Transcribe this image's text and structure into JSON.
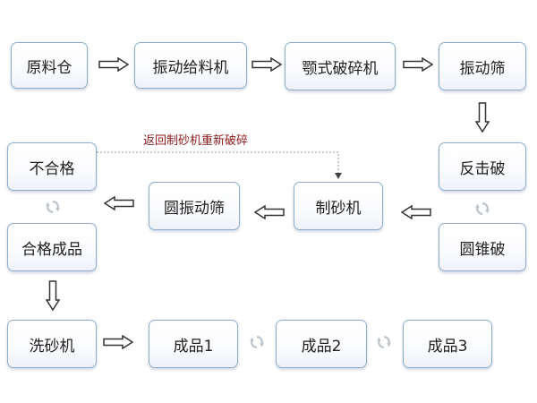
{
  "nodes": {
    "raw_silo": "原料仓",
    "vibrating_feeder": "振动给料机",
    "jaw_crusher": "颚式破碎机",
    "vibrating_screen": "振动筛",
    "impact_crusher": "反击破",
    "cone_crusher": "圆锥破",
    "sand_making_machine": "制砂机",
    "circular_vibrating_screen": "圆振动筛",
    "unqualified": "不合格",
    "qualified_product": "合格成品",
    "sand_washer": "洗砂机",
    "product1": "成品1",
    "product2": "成品2",
    "product3": "成品3"
  },
  "annotation": "返回制砂机重新破碎",
  "colors": {
    "box_border": "#8eaccf",
    "arrow": "#333333",
    "cycle_icon": "#b9c3cc",
    "annotation_text": "#8b1a1a",
    "dotted_line": "#999999"
  },
  "icons": {
    "flow_arrow": "hollow-double-arrow",
    "cycle": "refresh-cycle-icon"
  }
}
